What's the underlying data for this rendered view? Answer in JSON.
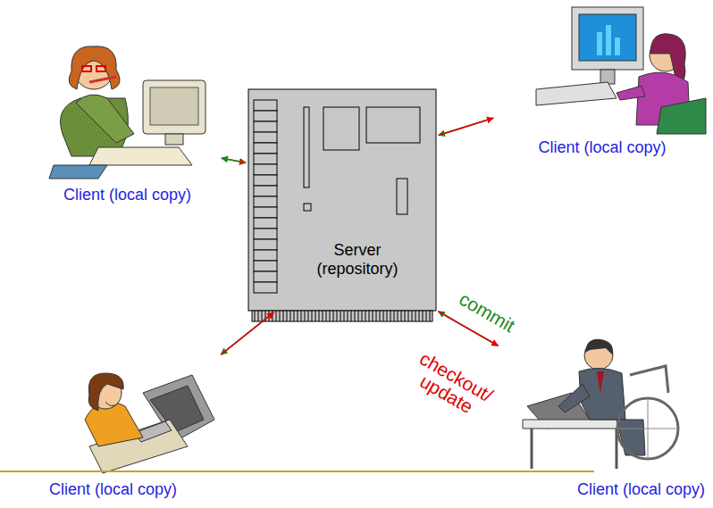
{
  "diagram": {
    "nodes": [
      {
        "text": [
          "Client (local copy)"
        ]
      },
      {
        "text": [
          "Client (local copy)"
        ]
      },
      {
        "text": [
          "Server (repository)"
        ]
      },
      {
        "text": [
          "Client (local copy)"
        ]
      },
      {
        "text": [
          "Client (local copy)"
        ]
      }
    ],
    "edges": [
      {
        "from": 0,
        "to": 2,
        "arrow": "to"
      },
      {
        "from": 2,
        "to": 0,
        "arrow": "to"
      },
      {
        "from": 1,
        "to": 2,
        "arrow": "to"
      },
      {
        "from": 2,
        "to": 1,
        "arrow": "to"
      },
      {
        "from": 2,
        "to": 3,
        "arrow": "to"
      },
      {
        "from": 3,
        "to": 2,
        "arrow": "to"
      },
      {
        "from": 4,
        "to": 2,
        "label": "commit",
        "arrow": "to"
      },
      {
        "from": 2,
        "to": 4,
        "label": "checkout/ update",
        "arrow": "to"
      }
    ]
  }
}
